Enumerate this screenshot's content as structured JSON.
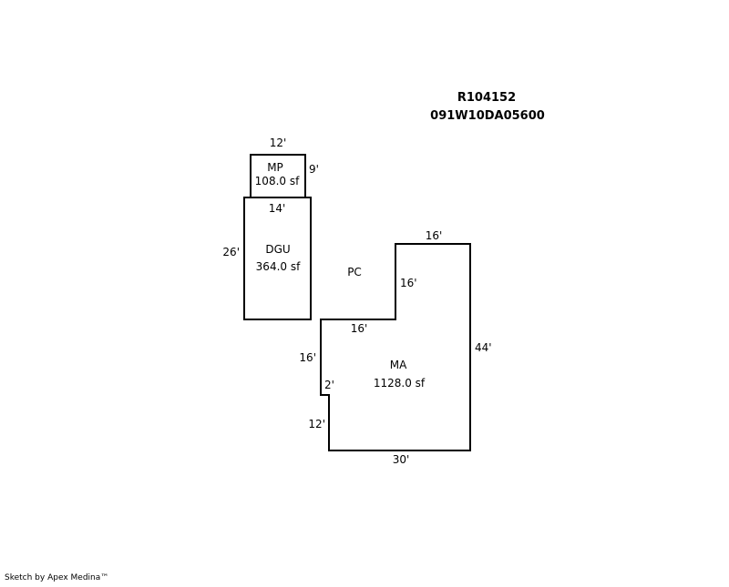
{
  "header": {
    "account": "R104152",
    "map_taxlot": "091W10DA05600"
  },
  "areas": {
    "mp": {
      "code": "MP",
      "area": "108.0 sf"
    },
    "dgu": {
      "code": "DGU",
      "area": "364.0 sf"
    },
    "pc": {
      "code": "PC"
    },
    "ma": {
      "code": "MA",
      "area": "1128.0 sf"
    }
  },
  "dimensions": {
    "mp_top": "12'",
    "mp_right": "9'",
    "dgu_top": "14'",
    "dgu_left": "26'",
    "ma_top": "16'",
    "ma_notch_right": "16'",
    "ma_notch_bottom": "16'",
    "ma_right": "44'",
    "ma_left_upper": "16'",
    "ma_jog": "2'",
    "ma_left_lower": "12'",
    "ma_bottom": "30'"
  },
  "footer": {
    "credit": "Sketch by Apex Medina™"
  },
  "colors": {
    "stroke": "#000000",
    "background": "#ffffff"
  }
}
